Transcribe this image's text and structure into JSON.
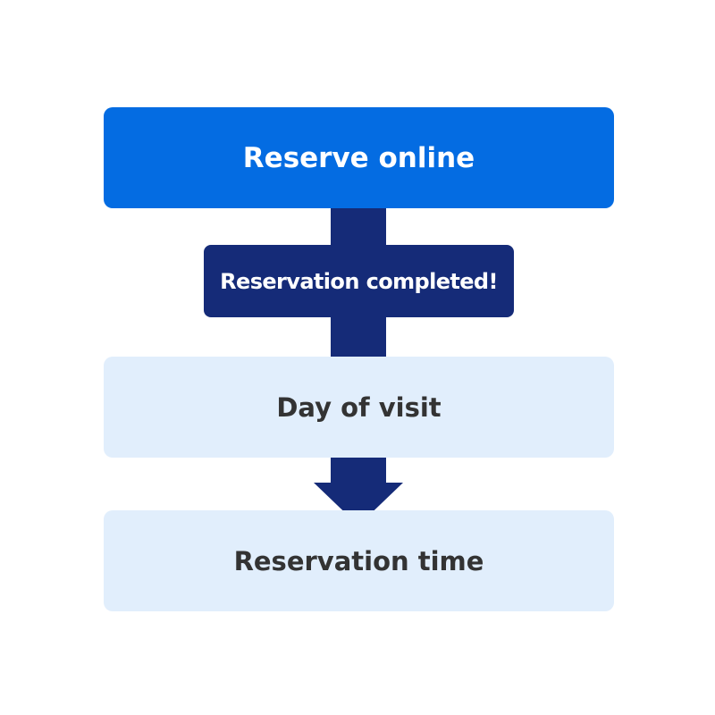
{
  "colors": {
    "primary": "#046ce2",
    "navy": "#152b78",
    "light_step": "#e1eefc",
    "dark_text": "#333333",
    "white_text": "#ffffff"
  },
  "steps": {
    "reserve_online": "Reserve online",
    "reservation_completed": "Reservation completed!",
    "day_of_visit": "Day of visit",
    "reservation_time": "Reservation time"
  }
}
